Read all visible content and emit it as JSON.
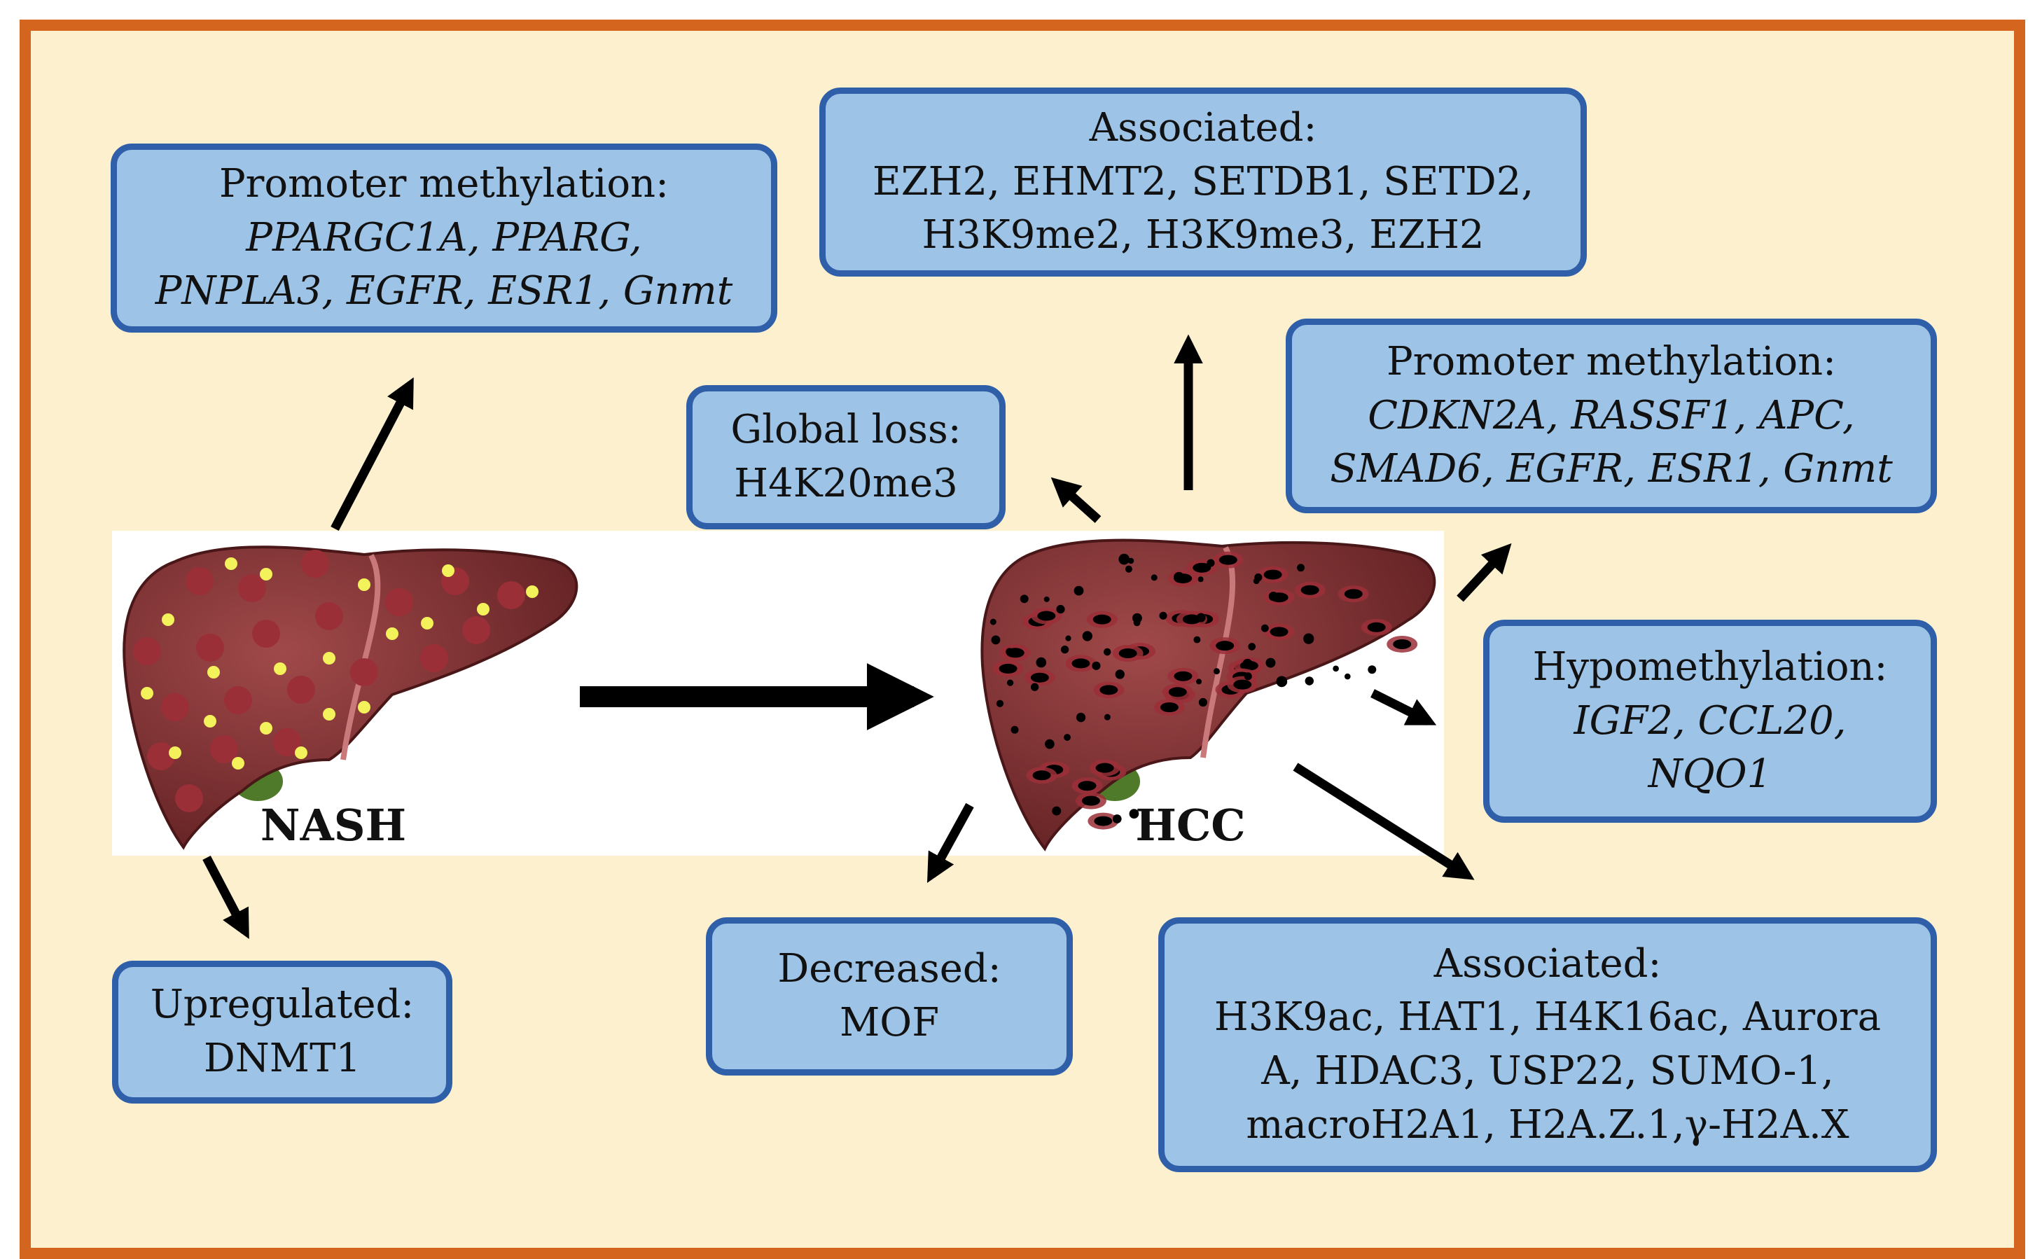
{
  "liver_labels": {
    "nash": "NASH",
    "hcc": "HCC"
  },
  "boxes": {
    "nash_promoter": {
      "title": "Promoter methylation:",
      "lines": [
        "PPARGC1A, PPARG,",
        "PNPLA3, EGFR, ESR1, Gnmt"
      ]
    },
    "nash_upregulated": {
      "title": "Upregulated:",
      "lines": [
        "DNMT1"
      ]
    },
    "hcc_associated_top": {
      "title": "Associated:",
      "lines": [
        "EZH2, EHMT2, SETDB1, SETD2,",
        "H3K9me2, H3K9me3, EZH2"
      ]
    },
    "hcc_global_loss": {
      "title": "Global loss:",
      "lines": [
        "H4K20me3"
      ]
    },
    "hcc_promoter": {
      "title": "Promoter methylation:",
      "lines": [
        "CDKN2A, RASSF1, APC,",
        "SMAD6, EGFR, ESR1, Gnmt"
      ]
    },
    "hcc_hypomethylation": {
      "title": "Hypomethylation:",
      "lines": [
        "IGF2, CCL20,",
        "NQO1"
      ]
    },
    "hcc_decreased": {
      "title": "Decreased:",
      "lines": [
        "MOF"
      ]
    },
    "hcc_associated_bottom": {
      "title": "Associated:",
      "lines": [
        "H3K9ac, HAT1, H4K16ac, Aurora",
        "A, HDAC3, USP22, SUMO-1,",
        "macroH2A1, H2A.Z.1,γ-H2A.X"
      ]
    }
  },
  "colors": {
    "frame_border": "#d4651f",
    "background": "#fdf0cf",
    "box_fill": "#9dc3e6",
    "box_border": "#2f5fa8",
    "liver": "#7a2a2c",
    "nash_lesion": "#9b2f38",
    "nash_fat_droplet": "#f4f25a",
    "hcc_lesion": "#000000",
    "gallbladder": "#4f7a2a"
  }
}
